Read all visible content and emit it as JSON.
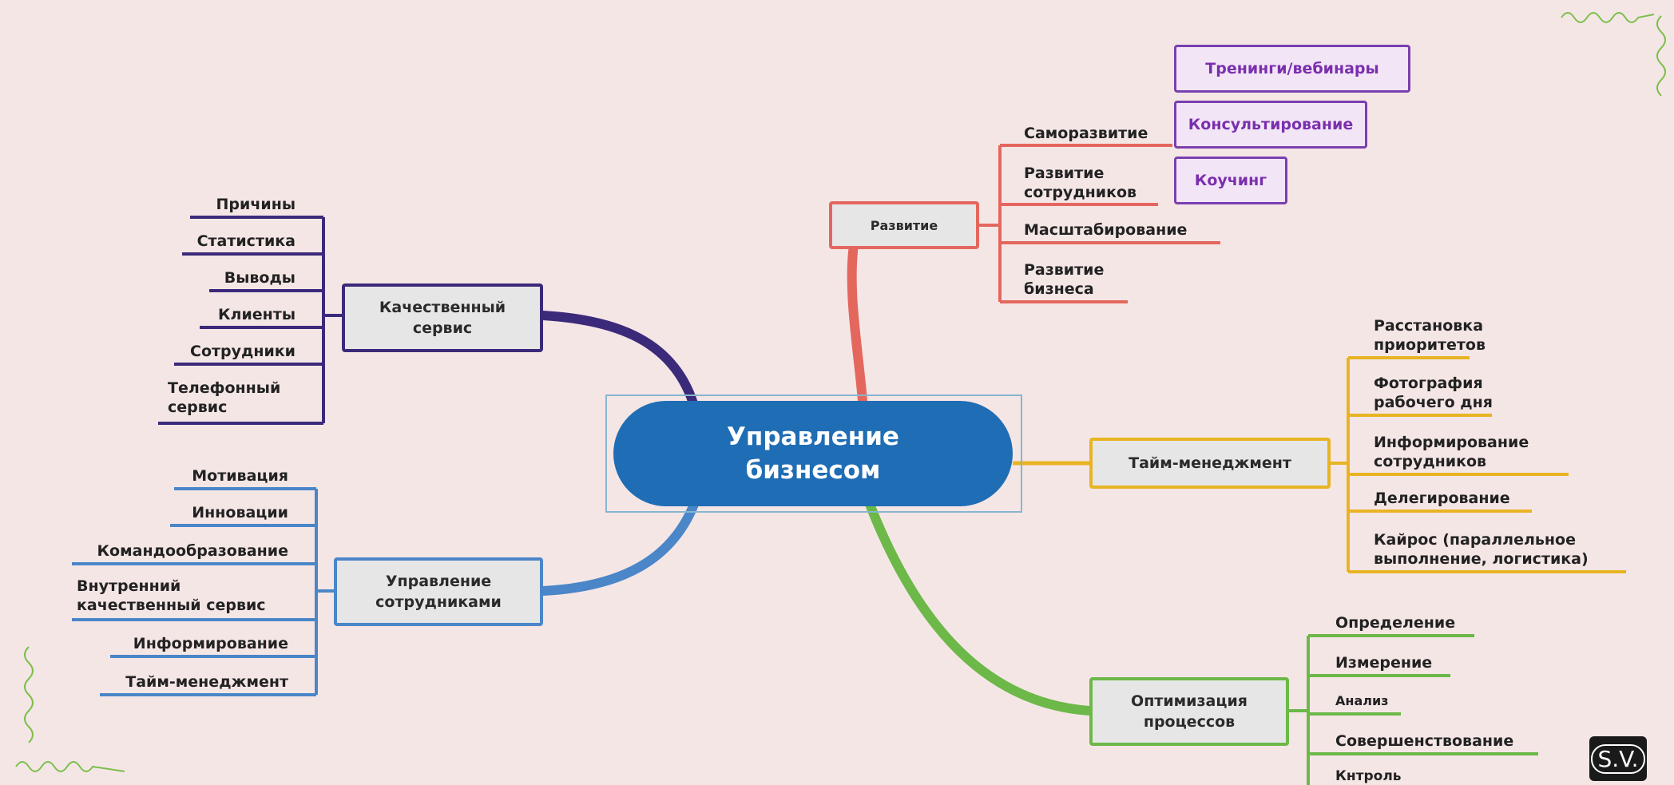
{
  "center": {
    "line1": "Управление",
    "line2": "бизнесом"
  },
  "colors": {
    "background": "#f5e6e6",
    "center": "#1f6db4",
    "quality": "#3b2a7a",
    "staff": "#4a86c8",
    "development": "#e4675e",
    "time": "#e8b423",
    "optimization": "#6cb848",
    "pill": "#7a3fb0"
  },
  "quality": {
    "title_line1": "Качественный",
    "title_line2": "сервис",
    "items": [
      "Причины",
      "Статистика",
      "Выводы",
      "Клиенты",
      "Сотрудники"
    ],
    "last_line1": "Телефонный",
    "last_line2": "сервис"
  },
  "staff": {
    "title_line1": "Управление",
    "title_line2": "сотрудниками",
    "items": [
      "Мотивация",
      "Инновации",
      "Командообразование"
    ],
    "inner_line1": "Внутренний",
    "inner_line2": "качественный сервис",
    "items2": [
      "Информирование",
      "Тайм-менеджмент"
    ]
  },
  "development": {
    "title": "Развитие",
    "self": "Саморазвитие",
    "employees_line1": "Развитие",
    "employees_line2": "сотрудников",
    "scaling": "Масштабирование",
    "business_line1": "Развитие",
    "business_line2": "бизнеса",
    "pills": [
      "Тренинги/вебинары",
      "Консультирование",
      "Коучинг"
    ]
  },
  "time": {
    "title": "Тайм-менеджмент",
    "i1_line1": "Расстановка",
    "i1_line2": "приоритетов",
    "i2_line1": "Фотография",
    "i2_line2": "рабочего дня",
    "i3_line1": "Информирование",
    "i3_line2": "сотрудников",
    "i4": "Делегирование",
    "i5_line1": "Кайрос (параллельное",
    "i5_line2": "выполнение, логистика)"
  },
  "optimization": {
    "title_line1": "Оптимизация",
    "title_line2": "процессов",
    "items": [
      "Определение",
      "Измерение",
      "Анализ",
      "Совершенствование",
      "Кнтроль"
    ]
  },
  "logo": "S.V."
}
